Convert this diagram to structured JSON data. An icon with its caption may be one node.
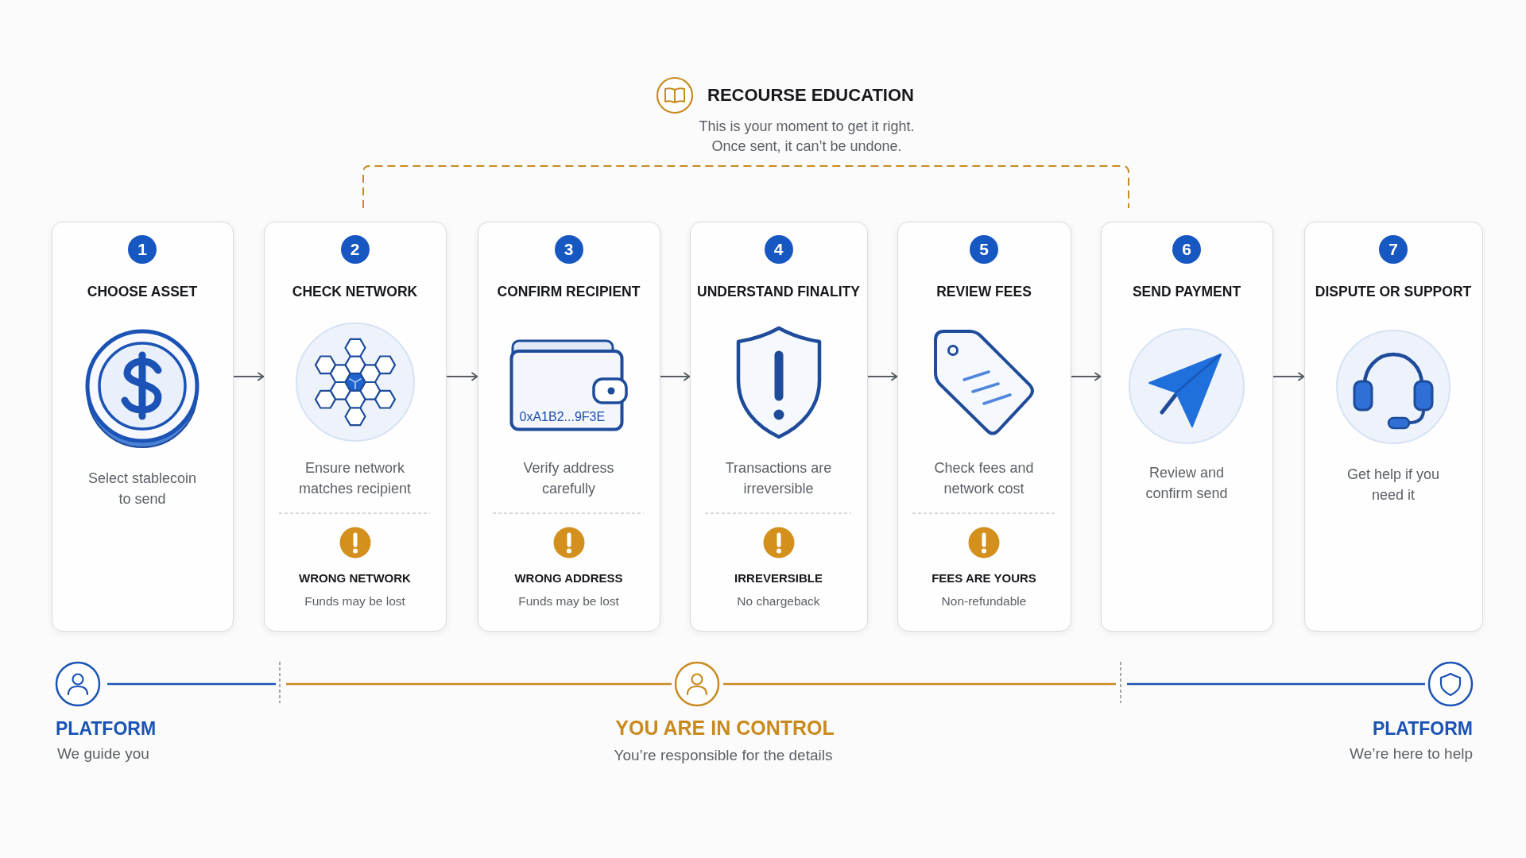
{
  "diagram": {
    "title": "RECOURSE EDUCATION",
    "nodes": [
      {
        "text": [
          "CHOOSE ASSET",
          "Select stablecoin to send"
        ]
      },
      {
        "text": [
          "1"
        ],
        "in": 0
      },
      {
        "text": [
          "CHECK NETWORK",
          "Ensure network matches recipient",
          "WRONG NETWORK",
          "Funds may be lost"
        ]
      },
      {
        "text": [
          "2"
        ],
        "in": 2
      },
      {
        "text": [
          "CONFIRM RECIPIENT",
          "Verify address carefully",
          "WRONG ADDRESS",
          "Funds may be lost"
        ]
      },
      {
        "text": [
          "3"
        ],
        "in": 4
      },
      {
        "text": [
          "0xA1B2...9F3E"
        ],
        "in": 4
      },
      {
        "text": [
          "UNDERSTAND FINALITY",
          "Transactions are irreversible",
          "IRREVERSIBLE",
          "No chargeback"
        ]
      },
      {
        "text": [
          "4"
        ],
        "in": 7
      },
      {
        "text": [
          "REVIEW FEES",
          "Check fees and network cost",
          "FEES ARE YOURS",
          "Non-refundable"
        ]
      },
      {
        "text": [
          "5"
        ],
        "in": 9
      },
      {
        "text": [
          "SEND PAYMENT",
          "Review and confirm send"
        ]
      },
      {
        "text": [
          "6"
        ],
        "in": 11
      },
      {
        "text": [
          "DISPUTE OR SUPPORT",
          "Get help if you need it"
        ]
      },
      {
        "text": [
          "7"
        ],
        "in": 13
      }
    ],
    "edges": [
      {
        "from": 0,
        "to": 2,
        "arrow": "to"
      },
      {
        "from": 2,
        "to": 4,
        "arrow": "to"
      },
      {
        "from": 4,
        "to": 7,
        "arrow": "to"
      },
      {
        "from": 7,
        "to": 9,
        "arrow": "to"
      },
      {
        "from": 9,
        "to": 11,
        "arrow": "to"
      },
      {
        "from": 11,
        "to": 13,
        "arrow": "to"
      }
    ],
    "labels": [
      "This is your moment to get it right. Once sent, it can’t be undone.",
      "PLATFORM",
      "We guide you",
      "YOU ARE IN CONTROL",
      "You’re responsible for the details",
      "PLATFORM",
      "We’re here to help"
    ]
  }
}
